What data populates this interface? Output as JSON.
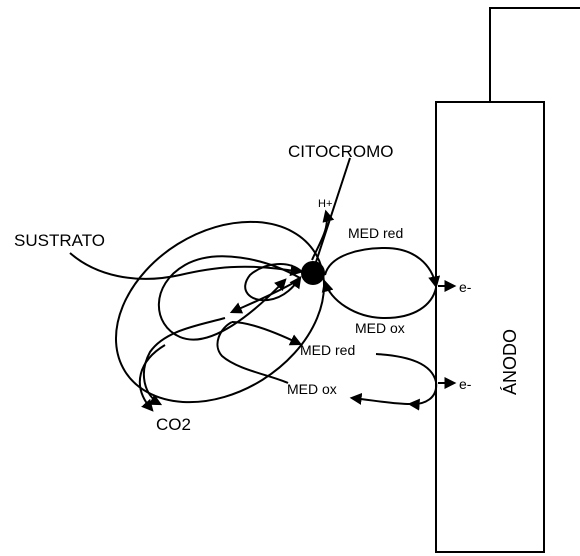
{
  "labels": {
    "citocromo": "CITOCROMO",
    "sustrato": "SUSTRATO",
    "co2": "CO2",
    "h_plus": "H+",
    "med_red_top": "MED red",
    "med_ox_top": "MED ox",
    "med_red_low": "MED red",
    "med_ox_low": "MED ox",
    "electron_top": "e-",
    "electron_low": "e-",
    "anodo": "ÁNODO"
  }
}
